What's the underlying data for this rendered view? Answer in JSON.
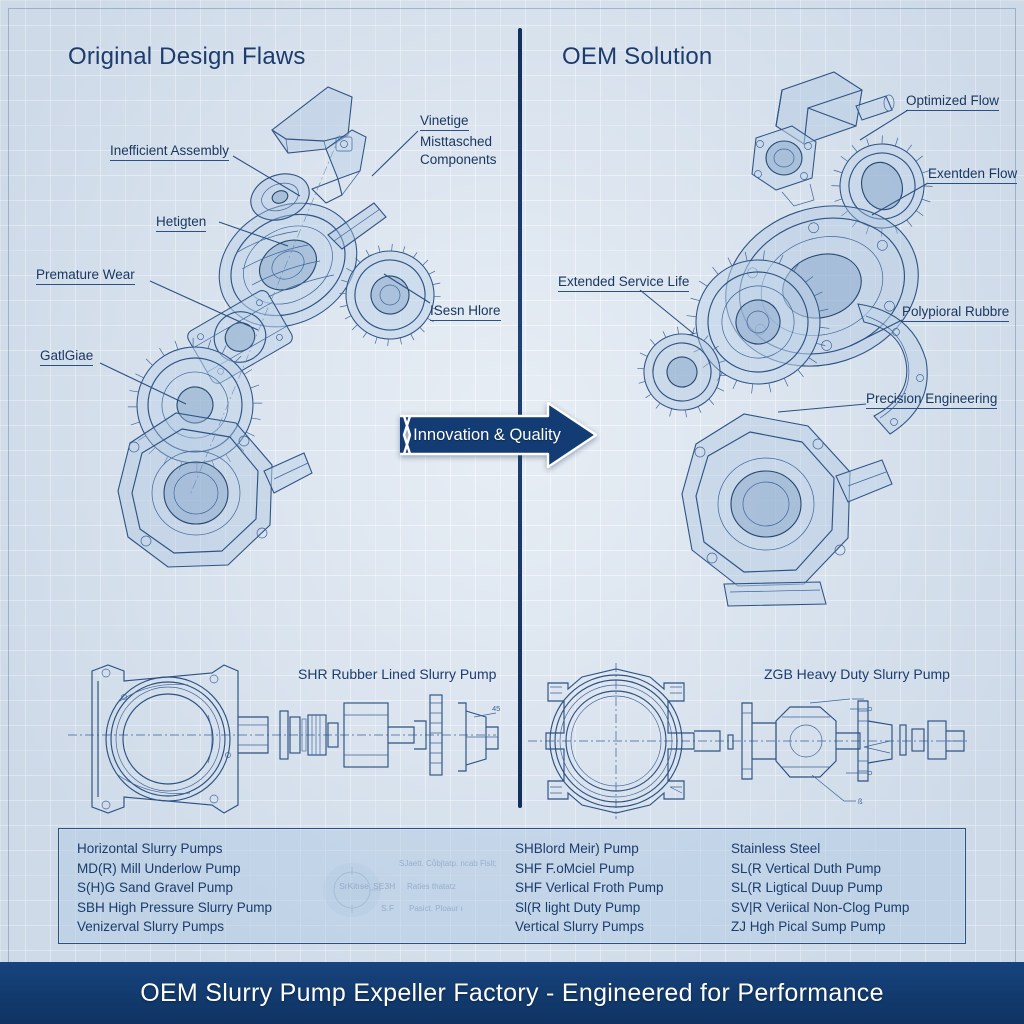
{
  "page": {
    "background_color": "#dde6f0",
    "accent_color": "#1c3c6e",
    "banner_text": "OEM Slurry Pump Expeller Factory - Engineered for Performance"
  },
  "left_panel": {
    "title": "Original Design Flaws",
    "callouts": [
      {
        "label": "Inefficient Assembly"
      },
      {
        "label": "Vinetige",
        "sub": "Misttasched Components"
      },
      {
        "label": "Hetigten"
      },
      {
        "label": "Premature Wear"
      },
      {
        "label": "GatlGiae"
      },
      {
        "label": "ISesn Hlore"
      }
    ]
  },
  "right_panel": {
    "title": "OEM Solution",
    "callouts": [
      {
        "label": "Optimized Flow"
      },
      {
        "label": "Exentden Flow"
      },
      {
        "label": "Extended Service Life"
      },
      {
        "label": "Polypioral Rubbre"
      },
      {
        "label": "Precision Engineering"
      }
    ]
  },
  "center_arrow": {
    "label": "Innovation & Quality",
    "color": "#123c73"
  },
  "tech_drawings": [
    {
      "caption": "SHR Rubber Lined Slurry Pump",
      "dimension_note": "45"
    },
    {
      "caption": "ZGB Heavy Duty Slurry Pump",
      "dimension_note": "ß"
    }
  ],
  "list_panel": {
    "columns": [
      {
        "items": [
          "Horizontal Slurry Pumps",
          "MD(R) Mill Underlow Pump",
          "S(H)G Sand Gravel Pump",
          "SBH High Pressure Slurry Pump",
          "Venizerval Slurry Pumps"
        ]
      },
      {
        "items": [
          "SHBlord Meir) Pump",
          "SHF F.oMciel Pump",
          "SHF Verlical Froth Pump",
          "Sl(R light Duty Pump",
          "Vertical Slurry Pumps"
        ]
      },
      {
        "items": [
          "Stainless Steel",
          "SL(R Vertical Duth Pump",
          "SL(R Ligtical Duup Pump",
          "SV|R Veriical Non-Clog Pump",
          "ZJ Hgh Pical Sump Pump"
        ]
      }
    ],
    "watermark": {
      "badge_label": "SrKitıse",
      "rows": [
        {
          "key": "",
          "text": "SJaett. Cůbjtatp. ncab Flslt;"
        },
        {
          "key": "SE3H",
          "text": "Raties thatatz"
        },
        {
          "key": "S.F",
          "text": "Pasict. Ploaur ı"
        }
      ]
    }
  }
}
